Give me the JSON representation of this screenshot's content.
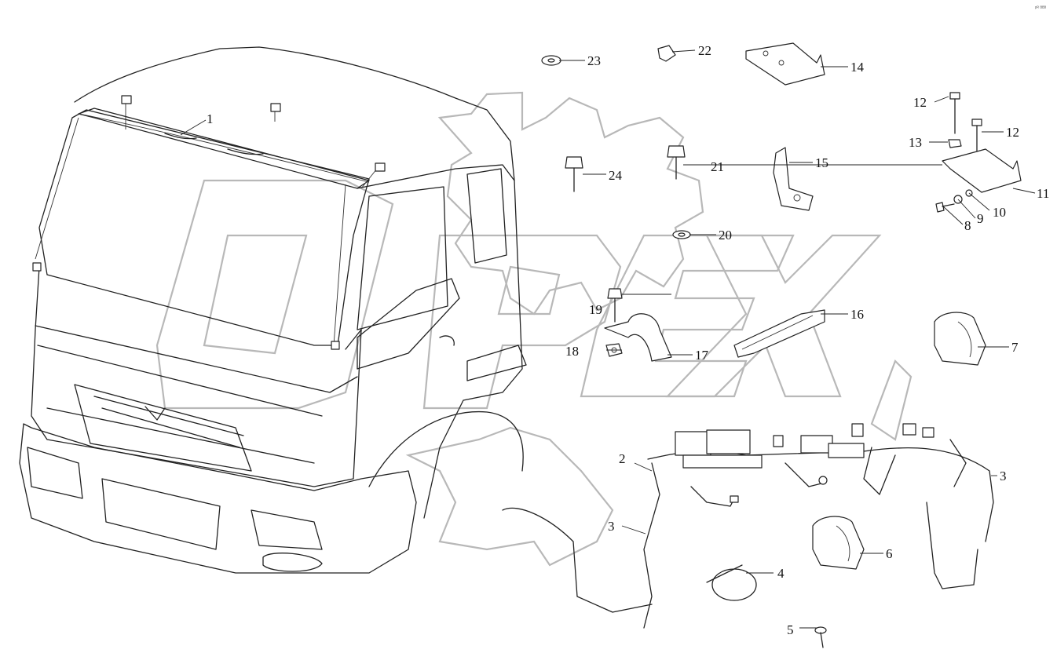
{
  "corner_code": "ᵖᴿ ᴮᴮᴮ",
  "callouts": [
    {
      "id": "1",
      "label": "1"
    },
    {
      "id": "2",
      "label": "2"
    },
    {
      "id": "3a",
      "label": "3"
    },
    {
      "id": "3b",
      "label": "3"
    },
    {
      "id": "4",
      "label": "4"
    },
    {
      "id": "5",
      "label": "5"
    },
    {
      "id": "6",
      "label": "6"
    },
    {
      "id": "7",
      "label": "7"
    },
    {
      "id": "8",
      "label": "8"
    },
    {
      "id": "9",
      "label": "9"
    },
    {
      "id": "10",
      "label": "10"
    },
    {
      "id": "11",
      "label": "11"
    },
    {
      "id": "12a",
      "label": "12"
    },
    {
      "id": "12b",
      "label": "12"
    },
    {
      "id": "13",
      "label": "13"
    },
    {
      "id": "14",
      "label": "14"
    },
    {
      "id": "15",
      "label": "15"
    },
    {
      "id": "16",
      "label": "16"
    },
    {
      "id": "17",
      "label": "17"
    },
    {
      "id": "18",
      "label": "18"
    },
    {
      "id": "19",
      "label": "19"
    },
    {
      "id": "20",
      "label": "20"
    },
    {
      "id": "21",
      "label": "21"
    },
    {
      "id": "22",
      "label": "22"
    },
    {
      "id": "23",
      "label": "23"
    },
    {
      "id": "24",
      "label": "24"
    }
  ]
}
